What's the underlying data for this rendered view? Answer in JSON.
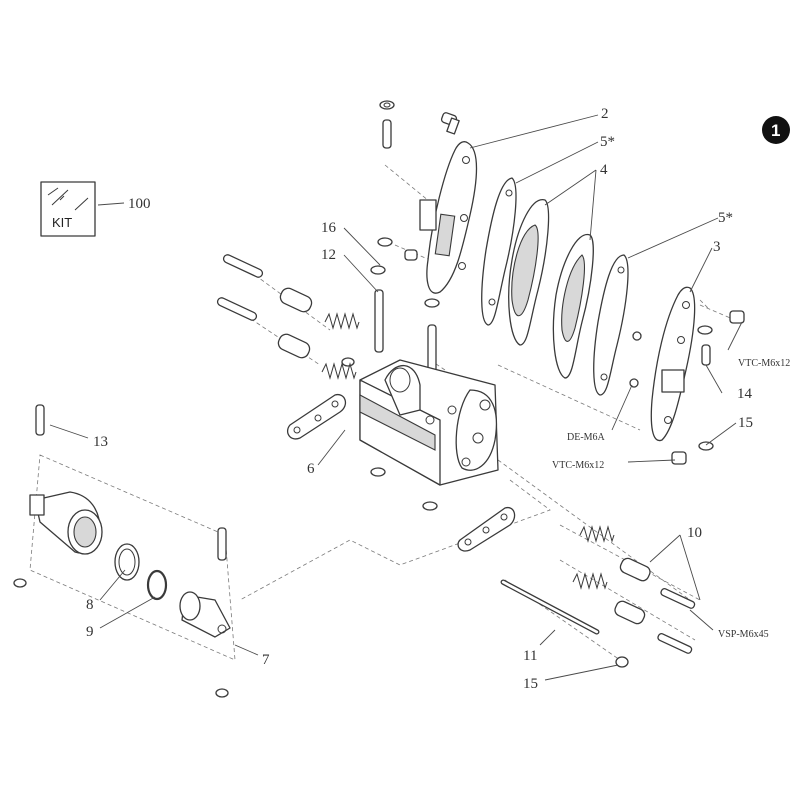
{
  "diagram": {
    "page_number": "1",
    "kit_label": "KIT",
    "callouts": {
      "c2": "2",
      "c5a": "5*",
      "c4": "4",
      "c5b": "5*",
      "c3": "3",
      "c16": "16",
      "c12": "12",
      "c100": "100",
      "c13": "13",
      "c6": "6",
      "c14": "14",
      "c15a": "15",
      "c10": "10",
      "c8": "8",
      "c9": "9",
      "c7": "7",
      "c11": "11",
      "c15b": "15"
    },
    "codes": {
      "vtc_top": "VTC-M6x12",
      "de": "DE-M6A",
      "vtc_mid": "VTC-M6x12",
      "vsp": "VSP-M6x45"
    }
  }
}
